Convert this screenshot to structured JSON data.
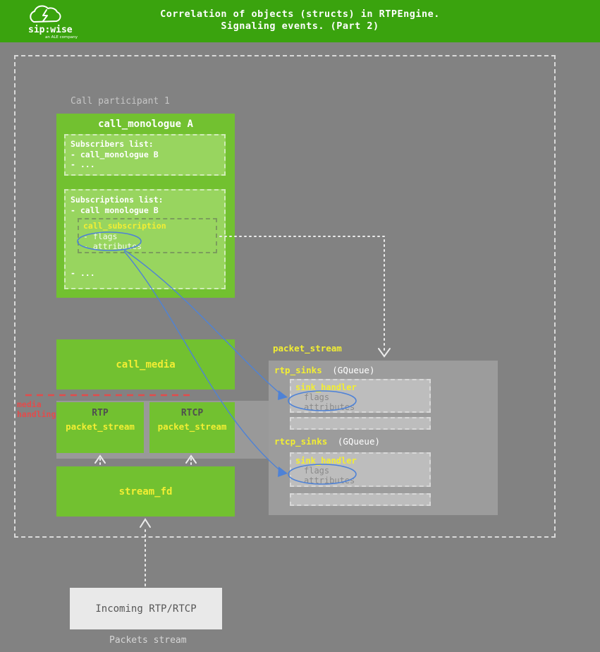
{
  "header": {
    "title_line1": "Correlation of objects (structs) in RTPEngine.",
    "title_line2": "Signaling events. (Part 2)",
    "logo": {
      "name": "sip:wise",
      "subtext": "an ALE company"
    }
  },
  "diagram": {
    "participant_label": "Call participant 1",
    "call_monologue": {
      "title": "call_monologue A",
      "subscribers": {
        "title": "Subscribers list:",
        "item1": "- call_monologue B",
        "item2": "- ..."
      },
      "subscriptions": {
        "title": "Subscriptions list:",
        "item1": "- call monologue B",
        "call_subscription": {
          "title": "call_subscription",
          "flags": "- flags",
          "attributes": "- attributes"
        },
        "more": "- ..."
      }
    },
    "call_media": {
      "title": "call_media"
    },
    "media_handling": {
      "line1": "media",
      "line2": "handling"
    },
    "rtp_stream": {
      "header": "RTP",
      "title": "packet_stream"
    },
    "rtcp_stream": {
      "header": "RTCP",
      "title": "packet_stream"
    },
    "stream_fd": {
      "title": "stream_fd"
    },
    "incoming": {
      "title": "Incoming RTP/RTCP"
    },
    "packets_caption": "Packets stream",
    "panel": {
      "title": "packet_stream",
      "rtp_sinks_label": "rtp_sinks",
      "rtp_sinks_type": "(GQueue)",
      "rtcp_sinks_label": "rtcp_sinks",
      "rtcp_sinks_type": "(GQueue)",
      "sink_handler": {
        "title": "sink_handler",
        "flags": "flags",
        "attributes": "attributes"
      }
    }
  },
  "colors": {
    "header_green": "#3aa30e",
    "box_green": "#72c130",
    "inner_green": "#98d55f",
    "label_yellow": "#f2ee33",
    "background_gray": "#828282",
    "panel_gray": "#9c9c9c",
    "inner_gray": "#bdbdbd",
    "accent_red": "#e24c4c",
    "link_blue": "#4e82d6"
  }
}
